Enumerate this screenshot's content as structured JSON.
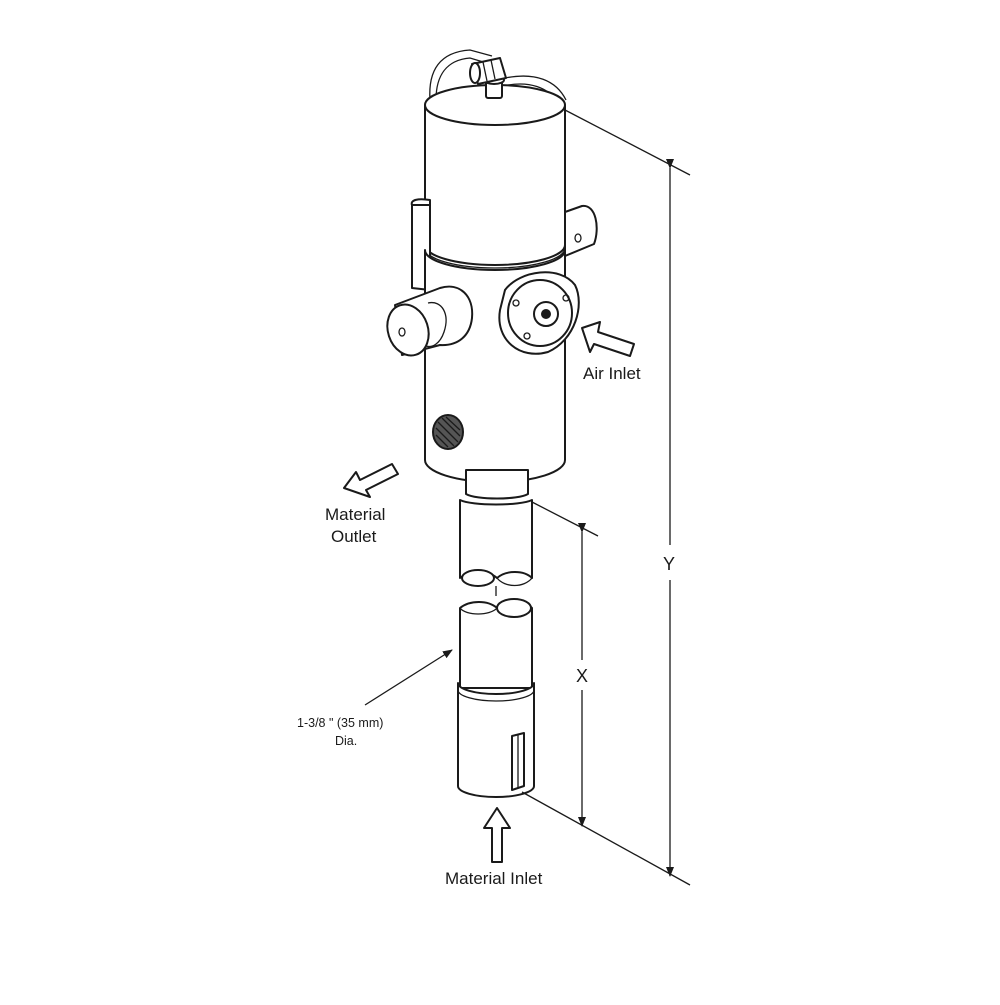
{
  "labels": {
    "air_inlet": "Air Inlet",
    "material_outlet_line1": "Material",
    "material_outlet_line2": "Outlet",
    "material_inlet": "Material Inlet",
    "diameter_line1": "1-3/8 \" (35 mm)",
    "diameter_line2": "Dia.",
    "dim_x": "X",
    "dim_y": "Y"
  }
}
